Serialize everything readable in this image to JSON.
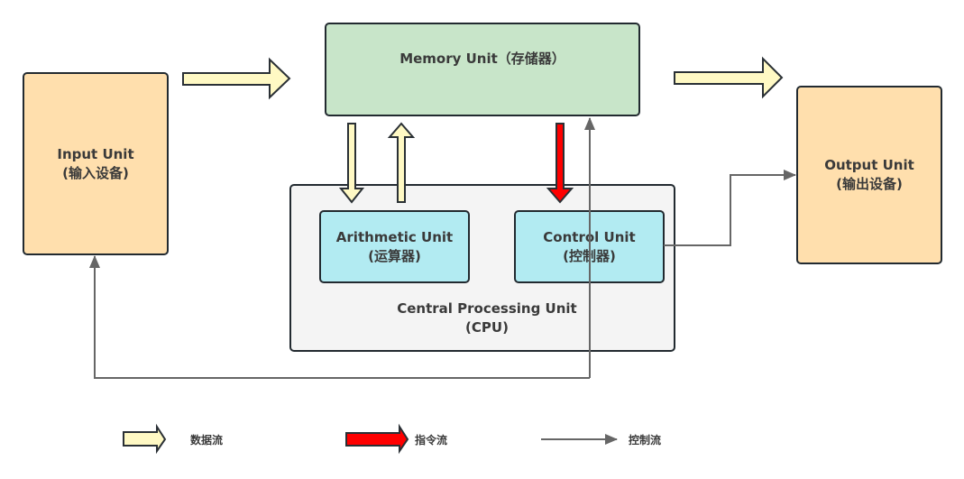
{
  "diagram": {
    "input_unit": {
      "title": "Input Unit",
      "subtitle": "(输入设备)"
    },
    "memory_unit": {
      "title": "Memory Unit（存储器）"
    },
    "output_unit": {
      "title": "Output Unit",
      "subtitle": "(输出设备)"
    },
    "cpu": {
      "title": "Central Processing Unit",
      "subtitle": "(CPU)"
    },
    "arithmetic_unit": {
      "title": "Arithmetic Unit",
      "subtitle": "(运算器)"
    },
    "control_unit": {
      "title": "Control Unit",
      "subtitle": "(控制器)"
    }
  },
  "colors": {
    "data_flow": "#fff9c4",
    "instruction_flow": "#ff0000",
    "control_flow": "#666666",
    "io_fill": "#ffdfad",
    "memory_fill": "#c8e5c9",
    "cpu_fill": "#f4f4f4",
    "subunit_fill": "#b2ebf2"
  },
  "legend": [
    {
      "label": "数据流",
      "type": "data-flow"
    },
    {
      "label": "指令流",
      "type": "instruction-flow"
    },
    {
      "label": "控制流",
      "type": "control-flow"
    }
  ]
}
